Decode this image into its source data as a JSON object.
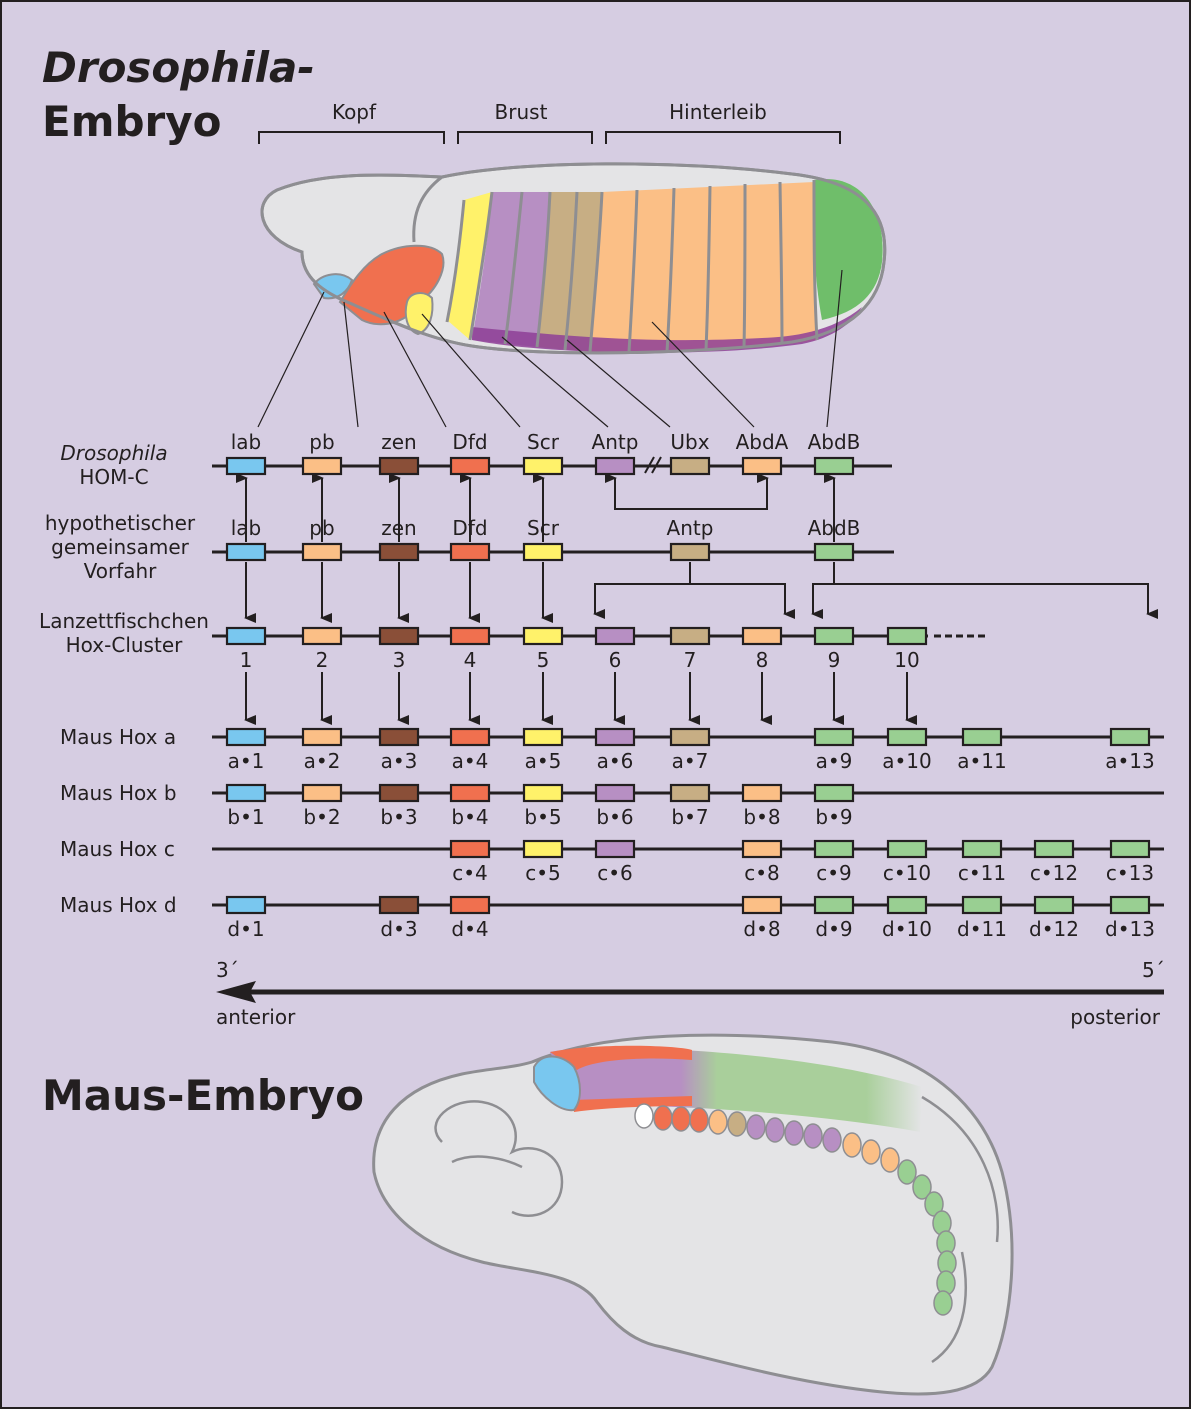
{
  "title_drosophila": {
    "line1": "Drosophila-",
    "line2": "Embryo"
  },
  "title_mouse": "Maus-Embryo",
  "body_regions": [
    "Kopf",
    "Brust",
    "Hinterleib"
  ],
  "colors": {
    "background": "#d6cde2",
    "lab": "#79c7ef",
    "pb": "#fbbf86",
    "zen": "#8a4f38",
    "Dfd": "#f0704f",
    "Scr": "#fff26a",
    "Antp": "#b78fc3",
    "Ubx": "#c7ae84",
    "AbdA": "#fbbf86",
    "AbdB": "#99cf92",
    "embryo_grey": "#e4e4e6",
    "embryo_outline": "#8e8e92"
  },
  "rows": {
    "drosophila": {
      "label_italic": "Drosophila",
      "label": "HOM-C",
      "genes": [
        "lab",
        "pb",
        "zen",
        "Dfd",
        "Scr",
        "Antp",
        "Ubx",
        "AbdA",
        "AbdB"
      ]
    },
    "ancestor": {
      "label_lines": [
        "hypothetischer",
        "gemeinsamer",
        "Vorfahr"
      ],
      "genes": [
        "lab",
        "pb",
        "zen",
        "Dfd",
        "Scr",
        "Antp",
        "AbdB"
      ]
    },
    "amphioxus": {
      "label_lines": [
        "Lanzettfischchen",
        "Hox-Cluster"
      ],
      "numbers": [
        "1",
        "2",
        "3",
        "4",
        "5",
        "6",
        "7",
        "8",
        "9",
        "10"
      ]
    },
    "hox_a": {
      "label": "Maus Hox a",
      "genes": [
        "a•1",
        "a•2",
        "a•3",
        "a•4",
        "a•5",
        "a•6",
        "a•7",
        "a•9",
        "a•10",
        "a•11",
        "a•13"
      ]
    },
    "hox_b": {
      "label": "Maus Hox b",
      "genes": [
        "b•1",
        "b•2",
        "b•3",
        "b•4",
        "b•5",
        "b•6",
        "b•7",
        "b•8",
        "b•9"
      ]
    },
    "hox_c": {
      "label": "Maus Hox c",
      "genes": [
        "c•4",
        "c•5",
        "c•6",
        "c•8",
        "c•9",
        "c•10",
        "c•11",
        "c•12",
        "c•13"
      ]
    },
    "hox_d": {
      "label": "Maus Hox d",
      "genes": [
        "d•1",
        "d•3",
        "d•4",
        "d•8",
        "d•9",
        "d•10",
        "d•11",
        "d•12",
        "d•13"
      ]
    }
  },
  "axis": {
    "left_end": "3´",
    "right_end": "5´",
    "left_label": "anterior",
    "right_label": "posterior"
  }
}
